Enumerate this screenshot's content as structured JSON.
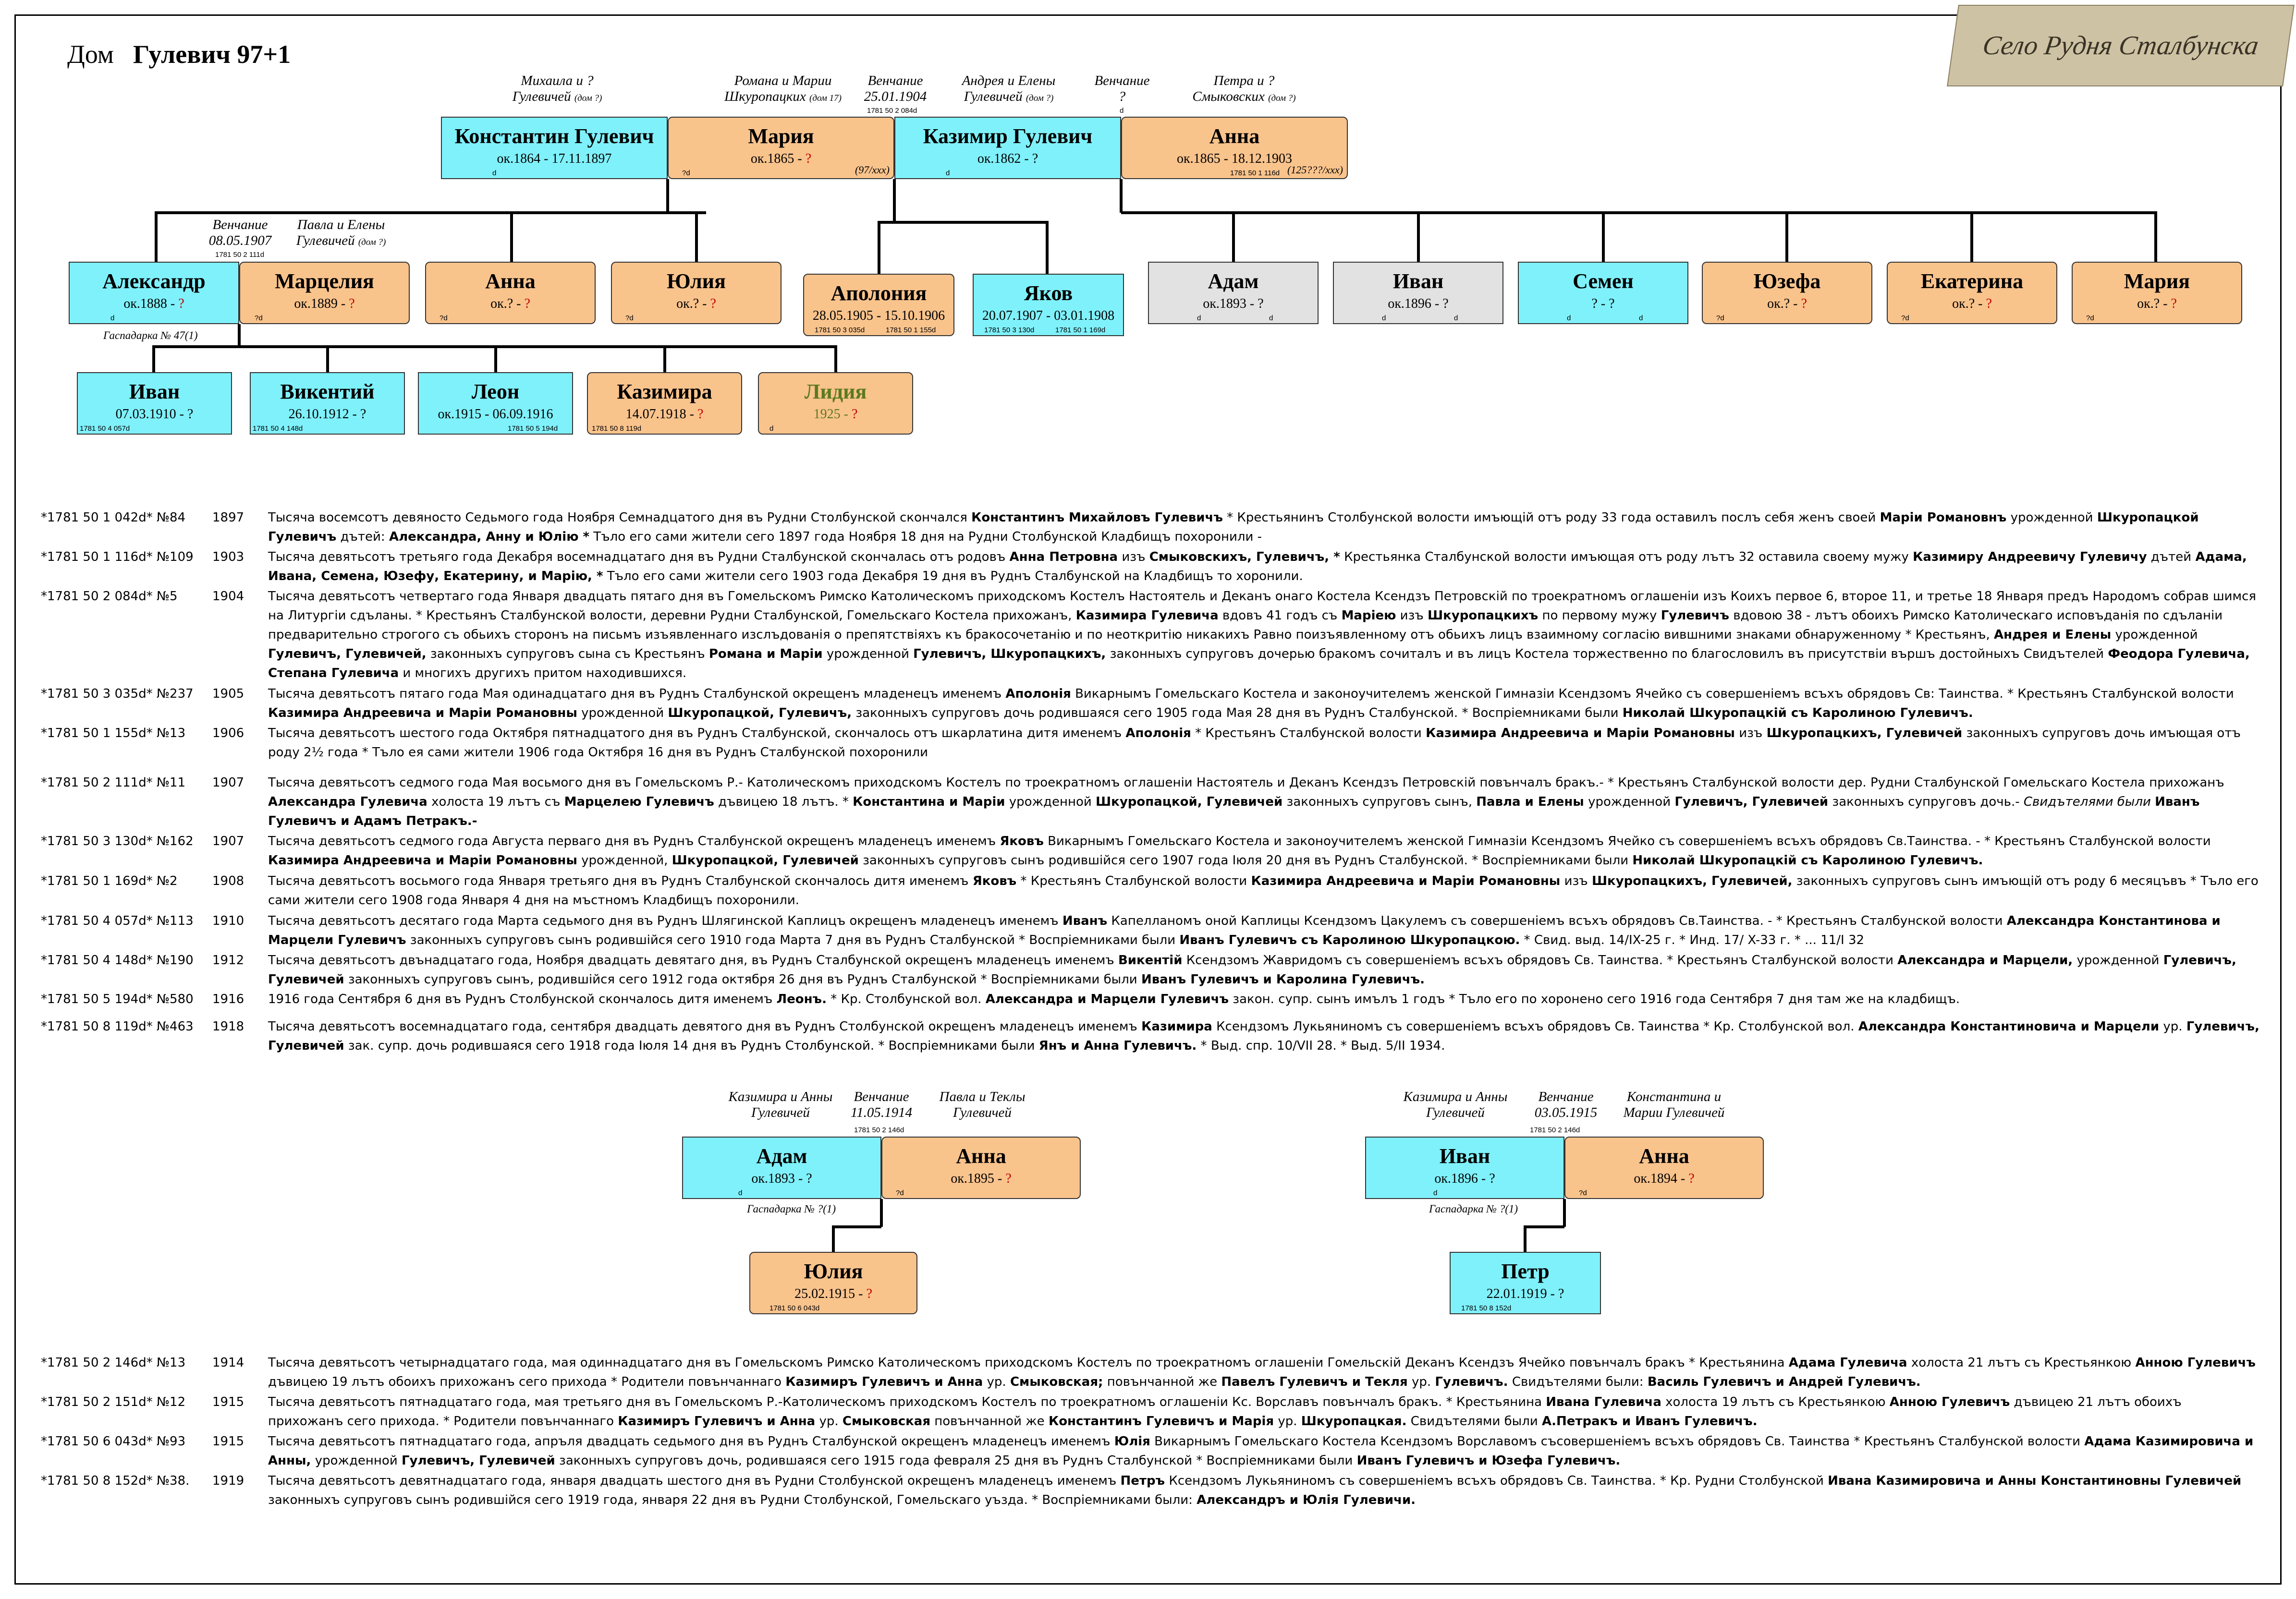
{
  "title": {
    "prefix": "Дом",
    "family": "Гулевич 97+1"
  },
  "stamp": "Село Рудня Сталбунска",
  "labels": [
    {
      "l1": "Михаила и ?",
      "l2": "Гулевичей",
      "l3": "(дом ?)"
    },
    {
      "l1": "Романа и Марии",
      "l2": "Шкуропацких",
      "l3": "(дом 17)"
    },
    {
      "l1": "Венчание",
      "l2": "25.01.1904"
    },
    {
      "l1": "Андрея и Елены",
      "l2": "Гулевичей",
      "l3": "(дом ?)"
    },
    {
      "l1": "Венчание",
      "l2": "?"
    },
    {
      "l1": "Петра и ?",
      "l2": "Смыковских",
      "l3": "(дом ?)"
    },
    {
      "l1": "Венчание",
      "l2": "08.05.1907"
    },
    {
      "l1": "Павла и Елены",
      "l2": "Гулевичей",
      "l3": "(дом ?)"
    },
    {
      "l1": "Казимира и Анны",
      "l2": "Гулевичей"
    },
    {
      "l1": "Венчание",
      "l2": "11.05.1914"
    },
    {
      "l1": "Павла и Теклы",
      "l2": "Гулевичей"
    },
    {
      "l1": "Казимира и Анны",
      "l2": "Гулевичей"
    },
    {
      "l1": "Венчание",
      "l2": "03.05.1915"
    },
    {
      "l1": "Константина и",
      "l2": "Марии Гулевичей"
    }
  ],
  "srefs": [
    "1781 50 2 084d",
    "d",
    "1781 50 2 111d",
    "1781 50 2 146d",
    "1781 50 2 146d"
  ],
  "gasp": [
    "Гаспадарка № 47(1)",
    "Гаспадарка № ?(1)",
    "Гаспадарка № ?(1)"
  ],
  "persons": {
    "konstantin": {
      "name": "Константин Гулевич",
      "dates": "ок.1864 - 17.11.1897",
      "ref": "d"
    },
    "maria": {
      "name": "Мария",
      "dates": "ок.1865 - ",
      "q": "?",
      "ref": "?d",
      "note": "(97/xxx)"
    },
    "kazimir": {
      "name": "Казимир Гулевич",
      "dates": "ок.1862 - ?",
      "ref": "d"
    },
    "anna": {
      "name": "Анна",
      "dates": "ок.1865 - 18.12.1903",
      "ref": "1781 50 1 116d",
      "note": "(125???/xxx)"
    },
    "aleksandr": {
      "name": "Александр",
      "dates": "ок.1888 - ",
      "q": "?",
      "ref": "d"
    },
    "marceliya": {
      "name": "Марцелия",
      "dates": "ок.1889 - ",
      "q": "?",
      "ref": "?d"
    },
    "anna_c": {
      "name": "Анна",
      "dates": "ок.? - ",
      "q": "?",
      "ref": "?d"
    },
    "yuliya": {
      "name": "Юлия",
      "dates": "ок.? - ",
      "q": "?",
      "ref": "?d"
    },
    "apoloniya": {
      "name": "Аполония",
      "dates": "28.05.1905 - 15.10.1906",
      "ref": "1781 50 3 035d",
      "ref2": "1781 50 1 155d"
    },
    "yakov": {
      "name": "Яков",
      "dates": "20.07.1907 - 03.01.1908",
      "ref": "1781 50 3 130d",
      "ref2": "1781 50 1 169d"
    },
    "adam": {
      "name": "Адам",
      "dates": "ок.1893 - ?",
      "ref": "d",
      "ref2": "d"
    },
    "ivan": {
      "name": "Иван",
      "dates": "ок.1896 - ?",
      "ref": "d",
      "ref2": "d"
    },
    "semen": {
      "name": "Семен",
      "dates": "? - ?",
      "ref": "d",
      "ref2": "d"
    },
    "yuzefa": {
      "name": "Юзефа",
      "dates": "ок.? - ",
      "q": "?",
      "ref": "?d"
    },
    "ekaterina": {
      "name": "Екатерина",
      "dates": "ок.? - ",
      "q": "?",
      "ref": "?d"
    },
    "maria_c": {
      "name": "Мария",
      "dates": "ок.? - ",
      "q": "?",
      "ref": "?d"
    },
    "ivan3": {
      "name": "Иван",
      "dates": "07.03.1910 - ?",
      "ref": "1781 50 4 057d"
    },
    "vikentiy": {
      "name": "Викентий",
      "dates": "26.10.1912 - ?",
      "ref": "1781 50 4 148d"
    },
    "leon": {
      "name": "Леон",
      "dates": "ок.1915 - 06.09.1916",
      "ref": "1781 50 5 194d"
    },
    "kazimira": {
      "name": "Казимира",
      "dates": "14.07.1918 - ",
      "q": "?",
      "ref": "1781 50 8 119d"
    },
    "lidiya": {
      "name": "Лидия",
      "dates": "1925 - ",
      "q": "?",
      "ref": "d"
    },
    "adam2": {
      "name": "Адам",
      "dates": "ок.1893 - ?",
      "ref": "d"
    },
    "anna2": {
      "name": "Анна",
      "dates": "ок.1895 - ",
      "q": "?",
      "ref": "?d"
    },
    "yuliya2": {
      "name": "Юлия",
      "dates": "25.02.1915 - ",
      "q": "?",
      "ref": "1781 50 6 043d"
    },
    "ivan2": {
      "name": "Иван",
      "dates": "ок.1896 - ?",
      "ref": "d"
    },
    "anna3": {
      "name": "Анна",
      "dates": "ок.1894 - ",
      "q": "?",
      "ref": "?d"
    },
    "petr": {
      "name": "Петр",
      "dates": "22.01.1919 - ?",
      "ref": "1781 50 8 152d"
    }
  },
  "records1": [
    {
      "id": "*1781 50 1 042d* №84",
      "year": "1897",
      "text": "Тысяча восемсотъ девяносто Седьмого года Ноября Семнадцатого дня въ Рудни Столбунской скончался <b>Константинъ Михайловъ Гулевичъ</b> * Крестьянинъ Столбунской волости имъющій отъ роду 33 года оставилъ послъ себя женъ своей <b>Маріи Романовнъ</b> урожденной <b>Шкуропацкой Гулевичъ</b> дътей: <b>Александра, Анну и Юлію *</b> Тъло его сами жители сего 1897 года Ноября 18 дня на Рудни Столбунской Кладбищъ похоронили -"
    },
    {
      "id": "*1781 50 1 116d* №109",
      "year": "1903",
      "text": "Тысяча девятьсотъ третьяго года Декабря восемнадцатаго дня въ Рудни Сталбунской скончалась отъ родовъ <b>Анна Петровна</b> изъ <b>Смыковскихъ, Гулевичъ, *</b> Крестьянка Сталбунской волости имъющая отъ роду лътъ 32 оставила своему мужу <b>Казимиру Андреевичу Гулевичу</b> дътей <b>Адама, Ивана, Семена, Юзефу, Екатерину, и Марію, *</b> Тъло его сами жители сего 1903 года Декабря 19 дня въ Руднъ Сталбунской на Кладбищъ то хоронили."
    },
    {
      "id": "*1781 50 2 084d* №5",
      "year": "1904",
      "text": "Тысяча девятьсотъ четвертаго года Января двадцать пятаго дня въ Гомельскомъ Римско Католическомъ приходскомъ Костелъ Настоятель и Деканъ онаго Костела Ксендзъ Петровскій по троекратномъ оглашеніи изъ Коихъ первое 6, второе 11, и третье 18 Января предъ Народомъ собрав шимся на Литургіи сдъланы. * Крестьянъ Сталбунской волости, деревни Рудни Сталбунской, Гомельскаго Костела прихожанъ, <b>Казимира Гулевича</b> вдовъ 41 годъ съ <b>Маріею</b> изъ <b>Шкуропацкихъ</b> по первому мужу <b>Гулевичъ</b> вдовою 38 - лътъ обоихъ Римско Католическаго исповъданія по сдъланіи предварительно строгого съ обьихъ сторонъ на письмъ изъявленнаго изслъдованія о препятствіяхъ къ бракосочетанію и по неоткритію никакихъ Равно поизъявленному отъ обьихъ лицъ взаимному согласію вившними знаками обнаруженному * Крестьянъ, <b>Андрея и Елены</b> урожденной <b>Гулевичъ, Гулевичей,</b> законныхъ супруговъ сына съ Крестьянъ <b>Романа и Маріи</b> урожденной <b>Гулевичъ, Шкуропацкихъ,</b> законныхъ супруговъ дочерью бракомъ сочиталъ и въ лицъ Костела торжественно по благословилъ въ присутствіи вършъ достойныхъ Свидътелей <b>Феодора Гулевича, Степана Гулевича</b> и многихъ другихъ притом находившихся."
    },
    {
      "id": "*1781 50 3 035d* №237",
      "year": "1905",
      "text": "Тысяча девятьсотъ пятаго года Мая одинадцатаго дня въ Руднъ Сталбунской окрещенъ младенецъ именемъ <b>Аполонія</b> Викарнымъ Гомельскаго Костела и законоучителемъ женской Гимназіи Ксендзомъ Ячейко съ совершеніемъ всъхъ обрядовъ Св: Таинства. * Крестьянъ Сталбунской волости <b>Казимира Андреевича и Маріи Романовны</b> урожденной <b>Шкуропацкой, Гулевичъ,</b> законныхъ супруговъ дочь родившаяся сего 1905 года Мая 28 дня въ Руднъ Сталбунской. * Воспріемниками были <b>Николай Шкуропацкій съ Каролиною Гулевичъ.</b>"
    },
    {
      "id": "*1781 50 1 155d* №13",
      "year": "1906",
      "text": "Тысяча девятьсотъ шестого года Октября пятнадцатого дня въ Руднъ Сталбунской, скончалось отъ шкарлатина дитя именемъ <b>Аполонія</b> * Крестьянъ Сталбунской волости <b>Казимира Андреевича и Маріи Романовны</b> изъ <b>Шкуропацкихъ, Гулевичей</b> законныхъ супруговъ дочь имъющая отъ роду 2½ года * Тъло ея сами жители 1906 года Октября 16 дня въ Руднъ Сталбунской похоронили"
    },
    {
      "id": "*1781 50 2 111d* №11",
      "year": "1907",
      "text": "Тысяча девятьсотъ седмого года Мая восьмого дня въ Гомельскомъ Р.- Католическомъ приходскомъ Костелъ по троекратномъ оглашеніи Настоятель и Деканъ Ксендзъ Петровскій повънчалъ бракъ.- * Крестьянъ Сталбунской волости дер. Рудни Сталбунской Гомельскаго Костела прихожанъ <b>Александра Гулевича</b> холоста 19 лътъ съ <b>Марцелею Гулевичъ</b> дъвицею 18 лътъ. * <b>Константина и Маріи</b> урожденной <b>Шкуропацкой, Гулевичей</b> законныхъ супруговъ сынъ, <b>Павла и Елены</b> урожденной <b>Гулевичъ, Гулевичей</b> законныхъ супруговъ дочь.- <i>Свидътелями были</i> <b>Иванъ Гулевичъ и Адамъ Петракъ.-</b>"
    },
    {
      "id": "*1781 50 3 130d* №162",
      "year": "1907",
      "text": "Тысяча девятьсотъ седмого года Августа перваго дня въ Руднъ Сталбунской окрещенъ младенецъ именемъ <b>Яковъ</b> Викарнымъ Гомельскаго Костела и законоучителемъ женской Гимназіи Ксендзомъ Ячейко съ совершеніемъ всъхъ обрядовъ Св.Таинства. - * Крестьянъ Сталбунской волости <b>Казимира Андреевича и Маріи Романовны</b> урожденной, <b>Шкуропацкой, Гулевичей</b> законныхъ супруговъ сынъ родившійся сего 1907 года Іюля 20 дня въ Руднъ Сталбунской. * Воспріемниками были <b>Николай Шкуропацкій съ Каролиною Гулевичъ.</b>"
    },
    {
      "id": "*1781 50 1 169d* №2",
      "year": "1908",
      "text": "Тысяча девятьсотъ восьмого года Января третьяго дня въ Руднъ Сталбунской скончалось дитя именемъ <b>Яковъ</b> * Крестьянъ Сталбунской волости <b>Казимира Андреевича и Маріи Романовны</b> изъ <b>Шкуропацкихъ, Гулевичей,</b> законныхъ супруговъ сынъ имъющій отъ роду 6 месяцъвъ * Тъло его сами жители сего 1908 года Января 4 дня на мъстномъ Кладбищъ похоронили."
    },
    {
      "id": "*1781 50 4 057d* №113",
      "year": "1910",
      "text": "Тысяча девятьсотъ десятаго года Марта седьмого дня въ Руднъ Шлягинской Каплицъ окрещенъ младенецъ именемъ <b>Иванъ</b> Капелланомъ оной Каплицы Ксендзомъ Цакулемъ съ совершеніемъ всъхъ обрядовъ Св.Таинства. - * Крестьянъ Сталбунской волости <b>Александра Константинова и Марцели Гулевичъ</b> законныхъ супруговъ сынъ родившійся сего 1910 года Марта 7 дня въ Руднъ Сталбунской * Воспріемниками были <b>Иванъ Гулевичъ съ Каролиною Шкуропацкою.</b> * Свид. выд. 14/IX-25 г. * Инд. 17/ X-33 г. * ... 11/I 32"
    },
    {
      "id": "*1781 50 4 148d* №190",
      "year": "1912",
      "text": "Тысяча девятьсотъ двънадцатаго года, Ноября двадцать девятаго дня, въ Руднъ Сталбунской окрещенъ младенецъ именемъ <b>Викентій</b> Ксендзомъ Жавридомъ съ совершеніемъ всъхъ обрядовъ Св. Таинства. * Крестьянъ Сталбунской волости <b>Александра и Марцели,</b> урожденной <b>Гулевичъ, Гулевичей</b> законныхъ супруговъ сынъ, родившійся сего 1912 года октября 26 дня въ Руднъ Сталбунской * Воспріемниками были <b>Иванъ Гулевичъ и Каролина Гулевичъ.</b>"
    },
    {
      "id": "*1781 50 5 194d* №580",
      "year": "1916",
      "text": "1916 года Сентября 6 дня въ Руднъ Столбунской скончалось дитя именемъ <b>Леонъ.</b> * Кр. Столбунской вол. <b>Александра и Марцели Гулевичъ</b> закон. супр. сынъ имълъ 1 годъ * Тъло его по хоронено сего 1916 года Сентября 7 дня там же на кладбищъ."
    },
    {
      "id": "*1781 50 8 119d* №463",
      "year": "1918",
      "text": "Тысяча девятьсотъ восемнадцатаго года, сентября двадцать девятого дня въ Руднъ Столбунской окрещенъ младенецъ именемъ <b>Казимира</b> Ксендзомъ Лукьяниномъ съ совершеніемъ всъхъ обрядовъ Св. Таинства * Кр. Столбунской вол. <b>Александра Константиновича и Марцели</b> ур. <b>Гулевичъ, Гулевичей</b> зак. супр. дочь родившаяся сего 1918 года Іюля 14 дня въ Руднъ Столбунской. * Воспріемниками были <b>Янъ и Анна Гулевичъ.</b> * Выд. спр. 10/VII 28. * Выд. 5/II 1934."
    }
  ],
  "records2": [
    {
      "id": "*1781 50 2 146d* №13",
      "year": "1914",
      "text": "Тысяча девятьсотъ четырнадцатаго года, мая одиннадцатаго дня въ Гомельскомъ Римско Католическомъ приходскомъ Костелъ по троекратномъ оглашеніи Гомельскій Деканъ Ксендзъ Ячейко повънчалъ бракъ * Крестьянина <b>Адама Гулевича</b> холоста 21 лътъ съ Крестьянкою <b>Анною Гулевичъ</b> дъвицею 19 лътъ обоихъ прихожанъ сего прихода * Родители повънчаннаго <b>Казимиръ Гулевичъ и Анна</b> ур. <b>Смыковская;</b> повънчанной же <b>Павелъ Гулевичъ и Текля</b> ур. <b>Гулевичъ.</b> Свидътелями были: <b>Василь Гулевичъ и Андрей Гулевичъ.</b>"
    },
    {
      "id": "*1781 50 2 151d* №12",
      "year": "1915",
      "text": "Тысяча девятьсотъ пятнадцатаго года, мая третьяго дня въ Гомельскомъ Р.-Католическомъ приходскомъ Костелъ по троекратномъ оглашеніи Кс. Ворславъ повънчалъ бракъ. * Крестьянина <b>Ивана Гулевича</b> холоста 19 лътъ съ Крестьянкою <b>Анною Гулевичъ</b> дъвицею 21 лътъ обоихъ прихожанъ сего прихода. * Родители повънчаннаго <b>Казимиръ Гулевичъ и Анна</b> ур. <b>Смыковская</b> повънчанной же <b>Константинъ Гулевичъ и Марія</b> ур. <b>Шкуропацкая.</b> Свидътелями были <b>А.Петракъ и Иванъ Гулевичъ.</b>"
    },
    {
      "id": "*1781 50 6 043d* №93",
      "year": "1915",
      "text": "Тысяча девятьсотъ пятнадцатаго года, апръля двадцать седьмого дня въ Руднъ Сталбунской окрещенъ младенецъ именемъ <b>Юлія</b> Викарнымъ Гомельскаго Костела Ксендзомъ Ворславомъ съсовершеніемъ всъхъ обрядовъ Св. Таинства * Крестьянъ Сталбунской волости <b>Адама Казимировича и Анны,</b> урожденной <b>Гулевичъ, Гулевичей</b> законныхъ супруговъ дочь, родившаяся сего 1915 года февраля 25 дня въ Руднъ Сталбунской * Воспріемниками были <b>Иванъ Гулевичъ и Юзефа Гулевичъ.</b>"
    },
    {
      "id": "*1781 50 8 152d* №38.",
      "year": "1919",
      "text": "Тысяча девятьсотъ девятнадцатаго года, января двадцать шестого дня въ Рудни Столбунской окрещенъ младенецъ именемъ <b>Петръ</b> Ксендзомъ Лукьяниномъ съ совершеніемъ всъхъ обрядовъ Св. Таинства. * Кр. Рудни Столбунской <b>Ивана Казимировича и Анны Константиновны Гулевичей</b> законныхъ супруговъ сынъ родившійся сего 1919 года, января 22 дня въ Рудни Столбунской, Гомельскаго уъзда. * Воспріемниками были: <b>Александръ и Юлія Гулевичи.</b>"
    }
  ]
}
